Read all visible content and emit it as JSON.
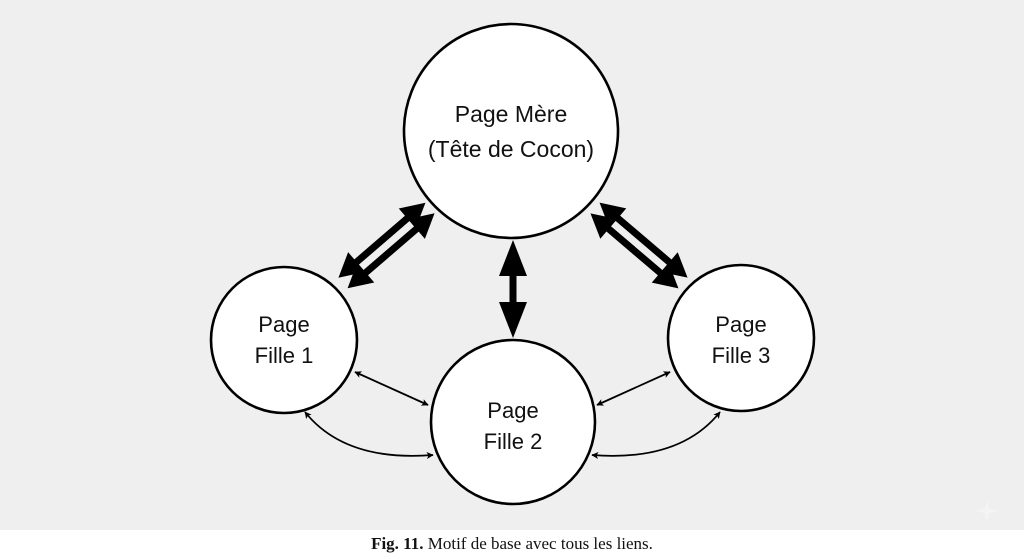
{
  "diagram": {
    "nodes": [
      {
        "id": "mere",
        "lines": [
          "Page Mère",
          "(Tête de Cocon)"
        ]
      },
      {
        "id": "fille1",
        "lines": [
          "Page",
          "Fille 1"
        ]
      },
      {
        "id": "fille2",
        "lines": [
          "Page",
          "Fille 2"
        ]
      },
      {
        "id": "fille3",
        "lines": [
          "Page",
          "Fille 3"
        ]
      }
    ],
    "links": [
      {
        "from": "mere",
        "to": "fille1",
        "style": "double-thick",
        "direction": "bidirectional"
      },
      {
        "from": "mere",
        "to": "fille2",
        "style": "thick",
        "direction": "bidirectional"
      },
      {
        "from": "mere",
        "to": "fille3",
        "style": "double-thick",
        "direction": "bidirectional"
      },
      {
        "from": "fille1",
        "to": "fille2",
        "style": "thin",
        "direction": "bidirectional"
      },
      {
        "from": "fille2",
        "to": "fille3",
        "style": "thin",
        "direction": "bidirectional"
      },
      {
        "from": "fille1",
        "to": "fille2",
        "style": "thin-curved",
        "direction": "bidirectional"
      },
      {
        "from": "fille2",
        "to": "fille3",
        "style": "thin-curved",
        "direction": "bidirectional"
      }
    ]
  },
  "caption": {
    "label": "Fig. 11.",
    "text": " Motif de base avec tous les liens."
  },
  "colors": {
    "background": "#efefef",
    "node_fill": "#ffffff",
    "stroke": "#000000"
  }
}
